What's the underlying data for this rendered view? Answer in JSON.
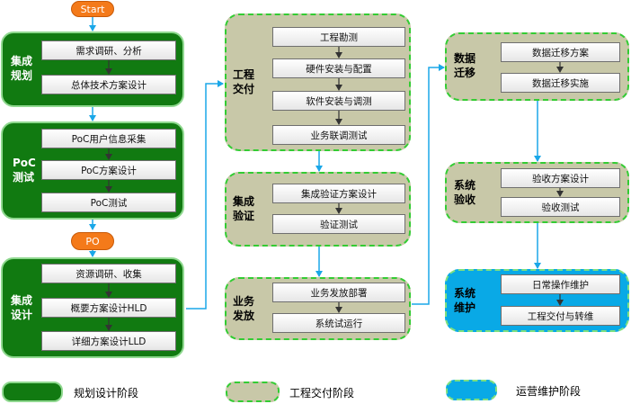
{
  "start_label": "Start",
  "po_label": "PO",
  "phases": {
    "planning": {
      "label": "集成\n规划",
      "steps": [
        "需求调研、分析",
        "总体技术方案设计"
      ]
    },
    "poc": {
      "label": "PoC\n测试",
      "steps": [
        "PoC用户信息采集",
        "PoC方案设计",
        "PoC测试"
      ]
    },
    "design": {
      "label": "集成\n设计",
      "steps": [
        "资源调研、收集",
        "概要方案设计HLD",
        "详细方案设计LLD"
      ]
    },
    "delivery": {
      "label": "工程\n交付",
      "steps": [
        "工程勘测",
        "硬件安装与配置",
        "软件安装与调测",
        "业务联调测试"
      ]
    },
    "verify": {
      "label": "集成\n验证",
      "steps": [
        "集成验证方案设计",
        "验证测试"
      ]
    },
    "release": {
      "label": "业务\n发放",
      "steps": [
        "业务发放部署",
        "系统试运行"
      ]
    },
    "migration": {
      "label": "数据\n迁移",
      "steps": [
        "数据迁移方案",
        "数据迁移实施"
      ]
    },
    "acceptance": {
      "label": "系统\n验收",
      "steps": [
        "验收方案设计",
        "验收测试"
      ]
    },
    "maintenance": {
      "label": "系统\n维护",
      "steps": [
        "日常操作维护",
        "工程交付与转维"
      ]
    }
  },
  "legend": {
    "planning_stage": "规划设计阶段",
    "delivery_stage": "工程交付阶段",
    "operations_stage": "运营维护阶段"
  },
  "colors": {
    "green_phase": "#117a11",
    "khaki_phase": "#c8c8a8",
    "blue_phase": "#09a9e6",
    "orange_pill": "#f47a1a",
    "connector_blue": "#1aa7e8"
  }
}
